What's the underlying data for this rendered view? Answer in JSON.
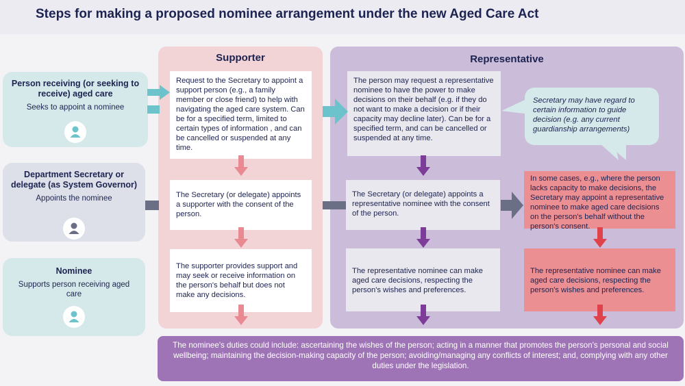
{
  "title": "Steps for making a proposed nominee arrangement under the new Aged Care Act",
  "actors": [
    {
      "name": "Person receiving (or seeking to receive) aged care",
      "desc": "Seeks to appoint a nominee"
    },
    {
      "name": "Department Secretary or delegate (as System Governor)",
      "desc": "Appoints the nominee"
    },
    {
      "name": "Nominee",
      "desc": "Supports person receiving aged care"
    }
  ],
  "supporter": {
    "title": "Supporter",
    "step1": "Request to the Secretary to appoint a support person (e.g., a family member or close friend) to help with navigating the aged care system. Can be for a specified term, limited to certain types of information , and can be cancelled or suspended at any time.",
    "step2": "The Secretary (or delegate)  appoints a supporter with the consent of the person.",
    "step3": "The supporter provides support and may seek or receive information on the person's behalf but does not make any decisions."
  },
  "representative": {
    "title": "Representative",
    "step1": "The person may request a representative nominee to have the power to make decisions on their behalf (e.g. if they do not want to make a decision or if their capacity may decline later). Can be for a specified term, and can be cancelled or suspended at any time.",
    "note": "Secretary may have regard to certain information to guide decision (e.g. any current guardianship arrangements)",
    "step2": "The Secretary (or delegate) appoints a representative nominee with the consent of the person.",
    "alt_step2": "In some cases, e.g., where the person lacks capacity to make decisions, the Secretary may appoint a representative nominee to make aged care decisions on the person's behalf without the person's consent.",
    "step3": "The representative nominee can make aged care decisions, respecting the person's wishes and preferences.",
    "alt_step3": "The representative nominee can make aged care decisions, respecting the person's wishes and preferences."
  },
  "footer": "The nominee's duties could include:  ascertaining the wishes of the person; acting in a manner that promotes the person's personal and social wellbeing; maintaining the decision-making capacity of the person; avoiding/managing any conflicts of interest; and, complying with any other duties under the legislation.",
  "colors": {
    "actor_bg": "#d6e9ea",
    "actor2_bg": "#dde0e8",
    "supporter_bg": "#f2d3d6",
    "representative_bg": "#cbbcd9",
    "red_box": "#ec8f93",
    "purple": "#9f74b6",
    "teal_arrow": "#6cc3cc"
  },
  "icons": [
    "person-icon",
    "down-arrow-icon",
    "right-arrow-icon"
  ]
}
